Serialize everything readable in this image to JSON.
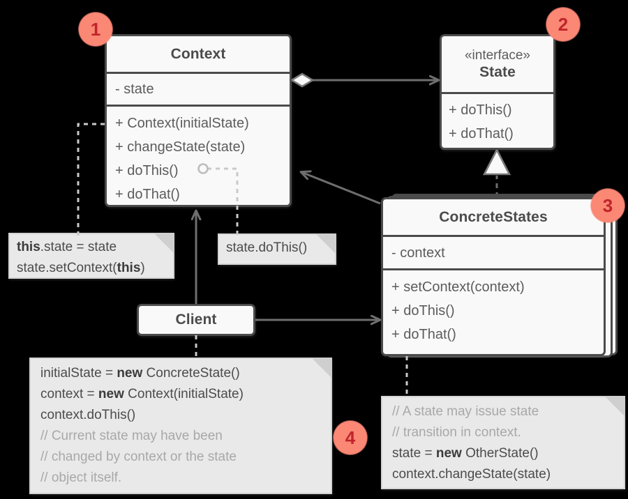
{
  "diagram": {
    "title": "State design pattern class diagram",
    "background": "#000000",
    "accent_badge_color": "#fb8775",
    "badge_text_color": "#c0252a",
    "box_fill": "#f9f9f9",
    "box_stroke": "#4b4b4b",
    "note_fill": "#e9e9e9",
    "note_stroke": "#d4d4d4",
    "comment_color": "#a8a8a8"
  },
  "classes": {
    "context": {
      "name": "Context",
      "attributes": [
        "- state"
      ],
      "operations": [
        "+ Context(initialState)",
        "+ changeState(state)",
        "+ doThis()",
        "+ doThat()"
      ]
    },
    "state": {
      "stereotype": "«interface»",
      "name": "State",
      "operations": [
        "+ doThis()",
        "+ doThat()"
      ]
    },
    "concrete_states": {
      "name": "ConcreteStates",
      "attributes": [
        "- context"
      ],
      "operations": [
        "+ setContext(context)",
        "+ doThis()",
        "+ doThat()"
      ]
    },
    "client": {
      "name": "Client"
    }
  },
  "notes": {
    "change_state": {
      "lines": [
        [
          {
            "t": "this",
            "b": true
          },
          {
            "t": ".state = state",
            "b": false
          }
        ],
        [
          {
            "t": "state.setContext(",
            "b": false
          },
          {
            "t": "this",
            "b": true
          },
          {
            "t": ")",
            "b": false
          }
        ]
      ]
    },
    "do_this": {
      "lines": [
        [
          {
            "t": "state.doThis()",
            "b": false
          }
        ]
      ]
    },
    "client_code": {
      "lines": [
        [
          {
            "t": "initialState = ",
            "b": false
          },
          {
            "t": "new",
            "b": true
          },
          {
            "t": " ConcreteState()",
            "b": false
          }
        ],
        [
          {
            "t": "context = ",
            "b": false
          },
          {
            "t": "new",
            "b": true
          },
          {
            "t": " Context(initialState)",
            "b": false
          }
        ],
        [
          {
            "t": "context.doThis()",
            "b": false
          }
        ],
        [
          {
            "t": "// Current state may have been",
            "b": false,
            "c": true
          }
        ],
        [
          {
            "t": "// changed by context or the state",
            "b": false,
            "c": true
          }
        ],
        [
          {
            "t": "// object itself.",
            "b": false,
            "c": true
          }
        ]
      ]
    },
    "state_transition": {
      "lines": [
        [
          {
            "t": "// A state may issue state",
            "b": false,
            "c": true
          }
        ],
        [
          {
            "t": "// transition in context.",
            "b": false,
            "c": true
          }
        ],
        [
          {
            "t": "state = ",
            "b": false
          },
          {
            "t": "new",
            "b": true
          },
          {
            "t": " OtherState()",
            "b": false
          }
        ],
        [
          {
            "t": "context.changeState(state)",
            "b": false
          }
        ]
      ]
    }
  },
  "badges": [
    {
      "label": "1"
    },
    {
      "label": "2"
    },
    {
      "label": "3"
    },
    {
      "label": "4"
    }
  ],
  "relationships": [
    {
      "kind": "aggregation",
      "from": "Context",
      "to": "State",
      "label": ""
    },
    {
      "kind": "realization",
      "from": "ConcreteStates",
      "to": "State",
      "label": ""
    },
    {
      "kind": "association",
      "from": "ConcreteStates",
      "to": "Context",
      "label": ""
    },
    {
      "kind": "association",
      "from": "Client",
      "to": "Context",
      "label": ""
    },
    {
      "kind": "association",
      "from": "Client",
      "to": "ConcreteStates",
      "label": ""
    }
  ]
}
